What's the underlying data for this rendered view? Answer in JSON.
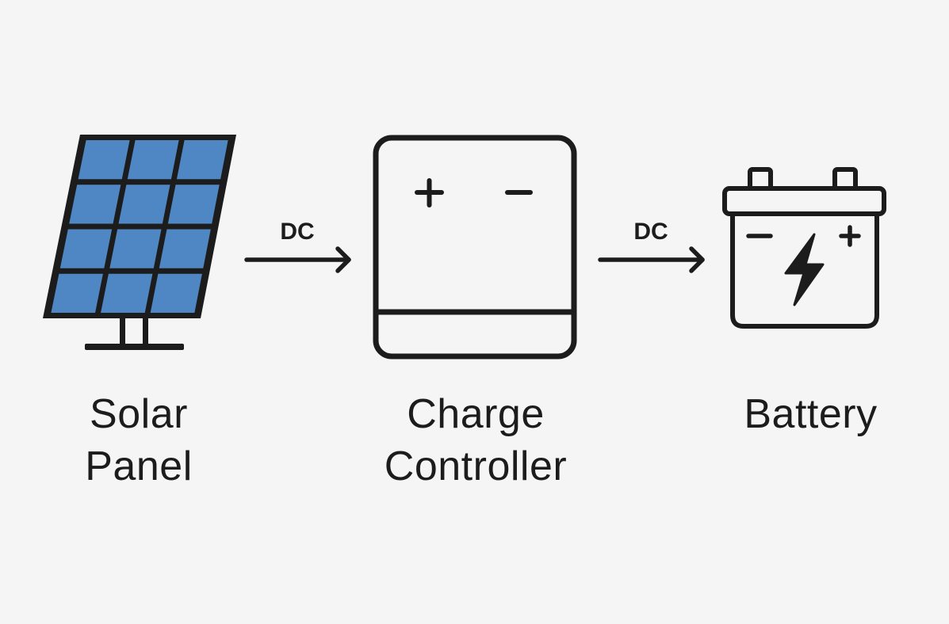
{
  "nodes": {
    "solar_panel": {
      "label_line1": "Solar",
      "label_line2": "Panel",
      "icon": "solar-panel-icon",
      "cell_color": "#4f87c4"
    },
    "charge_controller": {
      "label_line1": "Charge",
      "label_line2": "Controller",
      "icon": "charge-controller-icon",
      "plus_symbol": "+",
      "minus_symbol": "−"
    },
    "battery": {
      "label": "Battery",
      "icon": "battery-icon",
      "plus_symbol": "+",
      "minus_symbol": "−"
    }
  },
  "edges": [
    {
      "from": "solar_panel",
      "to": "charge_controller",
      "label": "DC"
    },
    {
      "from": "charge_controller",
      "to": "battery",
      "label": "DC"
    }
  ],
  "colors": {
    "background": "#f5f5f5",
    "stroke": "#1c1c1c",
    "panel_cell": "#4f87c4"
  }
}
